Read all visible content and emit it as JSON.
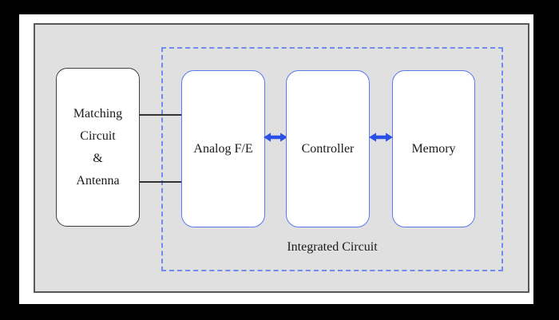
{
  "figure": {
    "blocks": {
      "matching": {
        "lines": [
          "Matching",
          "Circuit",
          "&",
          "Antenna"
        ]
      },
      "ic": [
        {
          "label": "Analog F/E"
        },
        {
          "label": "Controller"
        },
        {
          "label": "Memory"
        }
      ]
    },
    "labels": {
      "integrated_circuit": "Integrated Circuit"
    },
    "colors": {
      "panel_bg": "#e0e0e0",
      "panel_border": "#595959",
      "block_border_dark": "#3f3f3f",
      "block_border_blue": "#5b78f0",
      "dashed_border_blue": "#7289ee",
      "arrow_blue": "#2b50e6",
      "connector_line": "#333333",
      "text": "#1a1a1a"
    }
  }
}
